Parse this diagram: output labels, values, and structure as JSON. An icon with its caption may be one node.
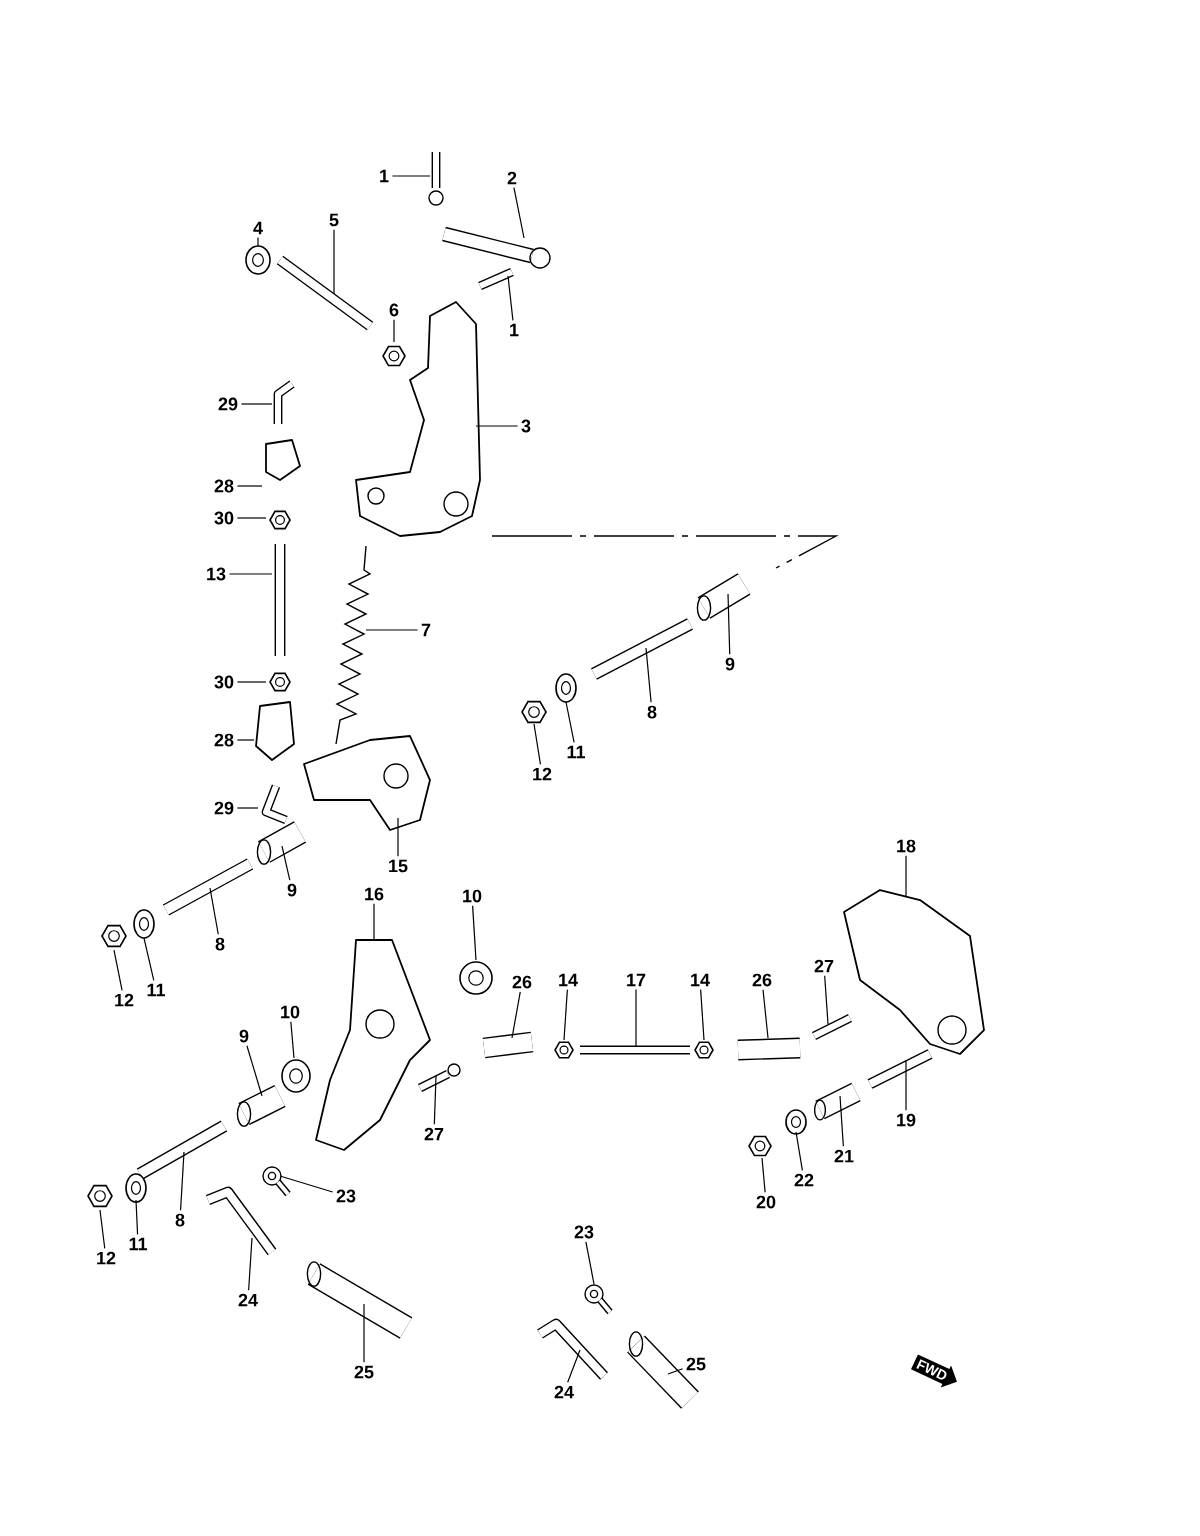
{
  "diagram": {
    "nodes": [
      {
        "text": [
          "1"
        ]
      },
      {
        "text": [
          "2"
        ]
      },
      {
        "text": [
          "4"
        ]
      },
      {
        "text": [
          "5"
        ]
      },
      {
        "text": [
          "6"
        ]
      },
      {
        "text": [
          "1"
        ]
      },
      {
        "text": [
          "29"
        ]
      },
      {
        "text": [
          "3"
        ]
      },
      {
        "text": [
          "28"
        ]
      },
      {
        "text": [
          "30"
        ]
      },
      {
        "text": [
          "13"
        ]
      },
      {
        "text": [
          "7"
        ]
      },
      {
        "text": [
          "9"
        ]
      },
      {
        "text": [
          "30"
        ]
      },
      {
        "text": [
          "8"
        ]
      },
      {
        "text": [
          "28"
        ]
      },
      {
        "text": [
          "11"
        ]
      },
      {
        "text": [
          "12"
        ]
      },
      {
        "text": [
          "29"
        ]
      },
      {
        "text": [
          "18"
        ]
      },
      {
        "text": [
          "15"
        ]
      },
      {
        "text": [
          "9"
        ]
      },
      {
        "text": [
          "16"
        ]
      },
      {
        "text": [
          "10"
        ]
      },
      {
        "text": [
          "8"
        ]
      },
      {
        "text": [
          "11"
        ]
      },
      {
        "text": [
          "12"
        ]
      },
      {
        "text": [
          "27"
        ]
      },
      {
        "text": [
          "26"
        ]
      },
      {
        "text": [
          "14"
        ]
      },
      {
        "text": [
          "17"
        ]
      },
      {
        "text": [
          "14"
        ]
      },
      {
        "text": [
          "26"
        ]
      },
      {
        "text": [
          "10"
        ]
      },
      {
        "text": [
          "9"
        ]
      },
      {
        "text": [
          "19"
        ]
      },
      {
        "text": [
          "27"
        ]
      },
      {
        "text": [
          "21"
        ]
      },
      {
        "text": [
          "22"
        ]
      },
      {
        "text": [
          "23"
        ]
      },
      {
        "text": [
          "20"
        ]
      },
      {
        "text": [
          "8"
        ]
      },
      {
        "text": [
          "23"
        ]
      },
      {
        "text": [
          "11"
        ]
      },
      {
        "text": [
          "12"
        ]
      },
      {
        "text": [
          "24"
        ]
      },
      {
        "text": [
          "25"
        ]
      },
      {
        "text": [
          "25"
        ]
      },
      {
        "text": [
          "24"
        ]
      },
      {
        "text": [],
        "shape": "picture"
      },
      {
        "text": [],
        "shape": "picture"
      },
      {
        "text": [],
        "shape": "picture"
      },
      {
        "text": [],
        "shape": "picture"
      },
      {
        "text": [],
        "shape": "picture"
      },
      {
        "text": [],
        "shape": "picture"
      },
      {
        "text": [],
        "shape": "picture"
      },
      {
        "text": [],
        "shape": "picture"
      },
      {
        "text": [],
        "shape": "picture"
      },
      {
        "text": [],
        "shape": "picture"
      },
      {
        "text": [],
        "shape": "picture"
      },
      {
        "text": [],
        "shape": "picture"
      },
      {
        "text": [],
        "shape": "picture"
      },
      {
        "text": [],
        "shape": "picture"
      },
      {
        "text": [],
        "shape": "picture"
      },
      {
        "text": [],
        "shape": "picture"
      },
      {
        "text": [],
        "shape": "picture"
      },
      {
        "text": [],
        "shape": "picture"
      },
      {
        "text": [],
        "shape": "picture"
      },
      {
        "text": [],
        "shape": "picture"
      },
      {
        "text": [],
        "shape": "picture"
      },
      {
        "text": [],
        "shape": "picture"
      },
      {
        "text": [],
        "shape": "picture"
      },
      {
        "text": [],
        "shape": "picture"
      },
      {
        "text": [],
        "shape": "picture"
      },
      {
        "text": [],
        "shape": "picture"
      },
      {
        "text": [],
        "shape": "picture"
      },
      {
        "text": [],
        "shape": "picture"
      },
      {
        "text": [],
        "shape": "picture"
      },
      {
        "text": [],
        "shape": "picture"
      },
      {
        "text": [],
        "shape": "picture"
      },
      {
        "text": [],
        "shape": "picture"
      },
      {
        "text": [],
        "shape": "picture"
      },
      {
        "text": [],
        "shape": "picture"
      },
      {
        "text": [],
        "shape": "picture"
      },
      {
        "text": [],
        "shape": "picture"
      },
      {
        "text": [],
        "shape": "picture"
      },
      {
        "text": [],
        "shape": "picture"
      },
      {
        "text": [],
        "shape": "picture"
      },
      {
        "text": [],
        "shape": "picture"
      },
      {
        "text": [],
        "shape": "picture"
      },
      {
        "text": [],
        "shape": "picture"
      },
      {
        "text": [],
        "shape": "picture"
      },
      {
        "text": [],
        "shape": "picture"
      },
      {
        "text": [],
        "shape": "picture"
      },
      {
        "text": [],
        "shape": "picture"
      },
      {
        "text": [],
        "shape": "picture"
      },
      {
        "text": [],
        "shape": "picture"
      },
      {
        "text": [],
        "shape": "picture"
      }
    ],
    "edges": [
      {
        "from": 0,
        "to": 49,
        "arrow": "none"
      },
      {
        "from": 1,
        "to": 50,
        "arrow": "none"
      },
      {
        "from": 2,
        "to": 51,
        "arrow": "none"
      },
      {
        "from": 3,
        "to": 52,
        "arrow": "none"
      },
      {
        "from": 4,
        "to": 53,
        "arrow": "none"
      },
      {
        "from": 5,
        "to": 54,
        "arrow": "none"
      },
      {
        "from": 6,
        "to": 55,
        "arrow": "none"
      },
      {
        "from": 7,
        "to": 56,
        "arrow": "none"
      },
      {
        "from": 8,
        "to": 57,
        "arrow": "none"
      },
      {
        "from": 9,
        "to": 58,
        "arrow": "none"
      },
      {
        "from": 10,
        "to": 59,
        "arrow": "none"
      },
      {
        "from": 11,
        "to": 60,
        "arrow": "none"
      },
      {
        "from": 12,
        "to": 61,
        "arrow": "none"
      },
      {
        "from": 13,
        "to": 62,
        "arrow": "none"
      },
      {
        "from": 14,
        "to": 63,
        "arrow": "none"
      },
      {
        "from": 15,
        "to": 64,
        "arrow": "none"
      },
      {
        "from": 16,
        "to": 65,
        "arrow": "none"
      },
      {
        "from": 17,
        "to": 66,
        "arrow": "none"
      },
      {
        "from": 18,
        "to": 67,
        "arrow": "none"
      },
      {
        "from": 19,
        "to": 68,
        "arrow": "none"
      },
      {
        "from": 20,
        "to": 69,
        "arrow": "none"
      },
      {
        "from": 21,
        "to": 70,
        "arrow": "none"
      },
      {
        "from": 22,
        "to": 71,
        "arrow": "none"
      },
      {
        "from": 23,
        "to": 72,
        "arrow": "none"
      },
      {
        "from": 24,
        "to": 73,
        "arrow": "none"
      },
      {
        "from": 25,
        "to": 74,
        "arrow": "none"
      },
      {
        "from": 26,
        "to": 75,
        "arrow": "none"
      },
      {
        "from": 27,
        "to": 76,
        "arrow": "none"
      },
      {
        "from": 28,
        "to": 77,
        "arrow": "none"
      },
      {
        "from": 29,
        "to": 78,
        "arrow": "none"
      },
      {
        "from": 30,
        "to": 79,
        "arrow": "none"
      },
      {
        "from": 31,
        "to": 80,
        "arrow": "none"
      },
      {
        "from": 32,
        "to": 81,
        "arrow": "none"
      },
      {
        "from": 33,
        "to": 82,
        "arrow": "none"
      },
      {
        "from": 34,
        "to": 83,
        "arrow": "none"
      },
      {
        "from": 35,
        "to": 84,
        "arrow": "none"
      },
      {
        "from": 36,
        "to": 85,
        "arrow": "none"
      },
      {
        "from": 37,
        "to": 86,
        "arrow": "none"
      },
      {
        "from": 38,
        "to": 87,
        "arrow": "none"
      },
      {
        "from": 39,
        "to": 88,
        "arrow": "none"
      },
      {
        "from": 40,
        "to": 89,
        "arrow": "none"
      },
      {
        "from": 41,
        "to": 90,
        "arrow": "none"
      },
      {
        "from": 42,
        "to": 91,
        "arrow": "none"
      },
      {
        "from": 43,
        "to": 92,
        "arrow": "none"
      },
      {
        "from": 44,
        "to": 93,
        "arrow": "none"
      },
      {
        "from": 45,
        "to": 94,
        "arrow": "none"
      },
      {
        "from": 46,
        "to": 95,
        "arrow": "none"
      },
      {
        "from": 47,
        "to": 96,
        "arrow": "none"
      },
      {
        "from": 48,
        "to": 97,
        "arrow": "none"
      }
    ],
    "labels": [
      "FWD"
    ]
  }
}
